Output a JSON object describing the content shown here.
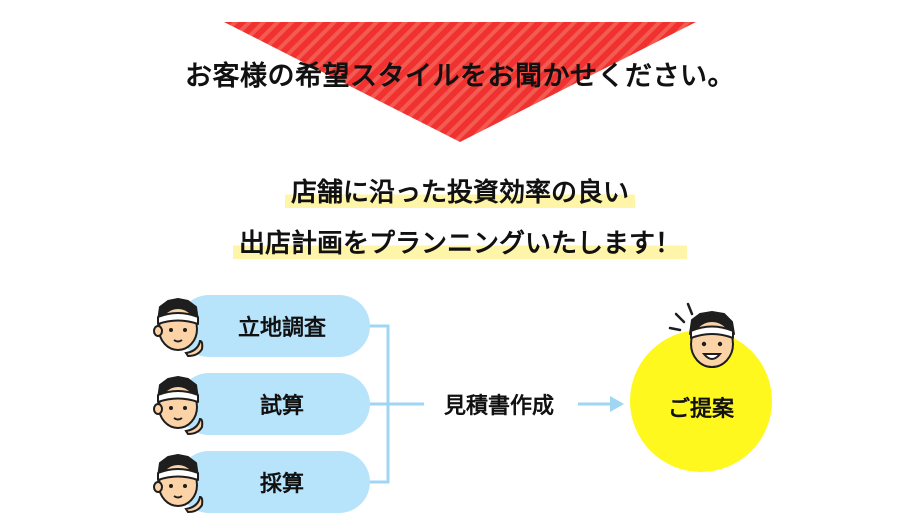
{
  "banner": {
    "text": "お客様の希望スタイルをお聞かせください。",
    "color": "#f0312f"
  },
  "headline": {
    "line1": "店舗に沿った投資効率の良い",
    "line2": "出店計画をプランニングいたします！",
    "highlight_color": "#fff5a8"
  },
  "steps": [
    {
      "label": "立地調査"
    },
    {
      "label": "試算"
    },
    {
      "label": "採算"
    }
  ],
  "merge_label": "見積書作成",
  "result": {
    "label": "ご提案",
    "color": "#fff81e"
  },
  "colors": {
    "pill": "#b7e3fb",
    "connector": "#9fd6f3",
    "skin": "#fbd3a7",
    "hair": "#1e1e1e"
  },
  "icons": [
    "worker-face-icon",
    "right-arrow-icon",
    "exclamation-lines-icon"
  ]
}
